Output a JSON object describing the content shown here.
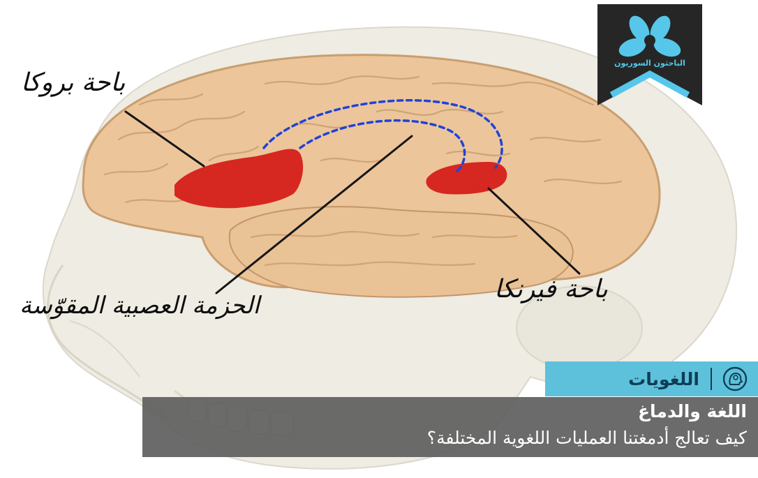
{
  "image": {
    "description_colors": {
      "brain": "#ecc79a",
      "skull": "#ebe8dc",
      "highlight_red": "#d9201a",
      "pathway_blue": "#1d3fd6",
      "tag_blue": "#5ec1db",
      "badge_dark": "#262626"
    }
  },
  "labels": {
    "broca": "باحة بروكا",
    "arcuate": "الحزمة العصبية المقوّسة",
    "wernicke": "باحة فيرنكا"
  },
  "badge": {
    "org_name": "الباحثون السوريون",
    "icon": "atom-flower-logo-icon"
  },
  "category": {
    "label": "اللغويات",
    "icon": "head-thought-icon"
  },
  "caption": {
    "title": "اللغة والدماغ",
    "subtitle": "كيف تعالج أدمغتنا العمليات اللغوية المختلفة؟"
  }
}
